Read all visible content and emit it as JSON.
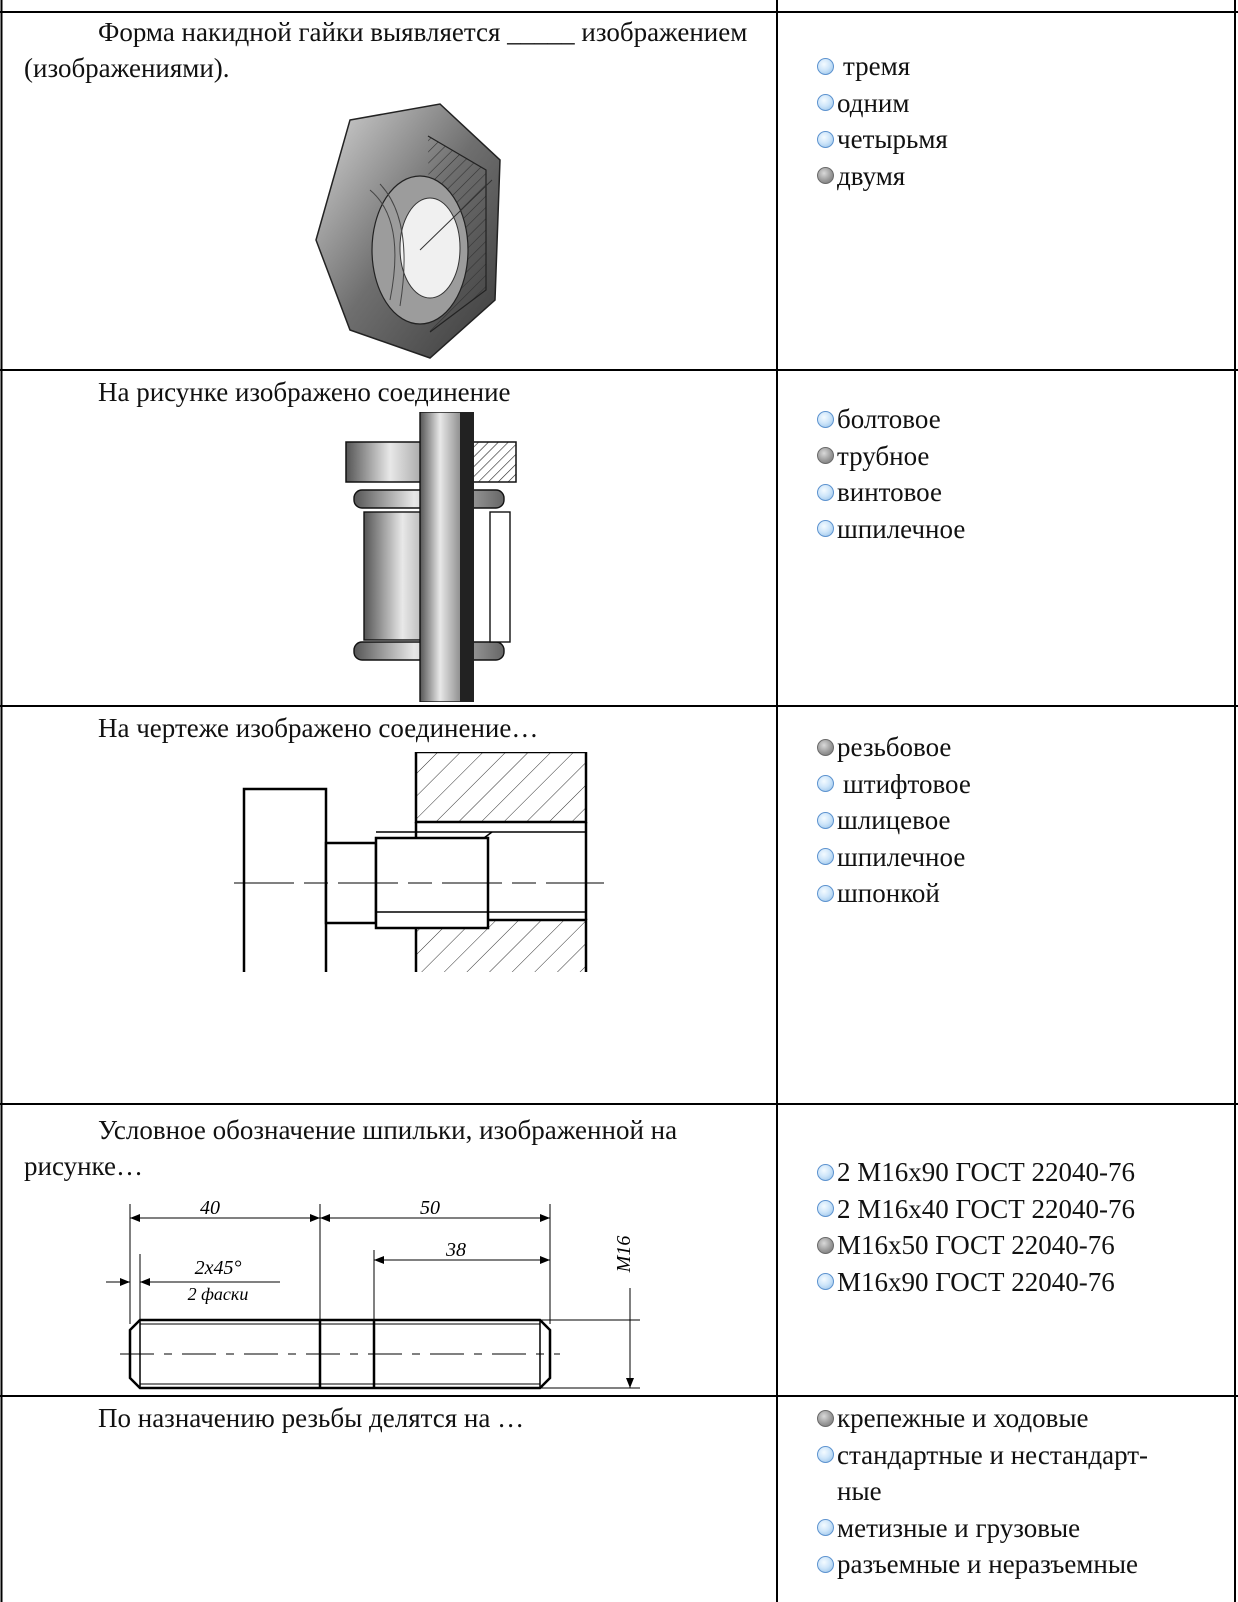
{
  "questions": [
    {
      "text": "Форма накидной гайки выявляется _____ изображением (изображениями).",
      "options": [
        "тремя",
        "одним",
        "четырьмя",
        "двумя"
      ],
      "selected": 3
    },
    {
      "text": "На рисунке изображено соединение",
      "options": [
        "болтовое",
        "трубное",
        "винтовое",
        "шпилечное"
      ],
      "selected": 1
    },
    {
      "text": "На чертеже изображено соединение…",
      "options": [
        "резьбовое",
        "штифтовое",
        "шлицевое",
        "шпилечное",
        "шпонкой"
      ],
      "selected": 0
    },
    {
      "text": "Условное обозначение шпильки, изображенной на рисунке…",
      "options": [
        "2 М16х90 ГОСТ 22040-76",
        "2 М16х40 ГОСТ 22040-76",
        "М16х50 ГОСТ 22040-76",
        "М16х90 ГОСТ 22040-76"
      ],
      "selected": 2,
      "drawing_labels": {
        "dim_left": "40",
        "dim_right": "50",
        "dim_thread": "38",
        "chamfer": "2х45°",
        "chamfer_note": "2 фаски",
        "thread": "М16"
      }
    },
    {
      "text": "По назначению резьбы делятся на …",
      "options": [
        "крепежные и ходовые",
        "стандартные и нестандарт-\nные",
        "метизные и грузовые",
        "разъемные и неразъемные"
      ],
      "selected": 0
    }
  ]
}
